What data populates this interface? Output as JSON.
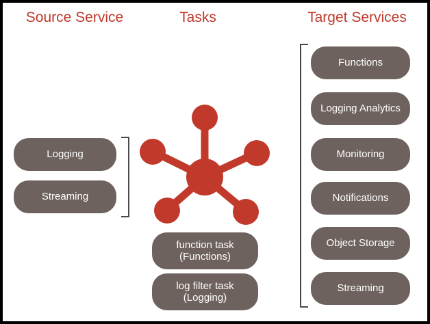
{
  "columns": {
    "source_title": "Source Service",
    "tasks_title": "Tasks",
    "target_title": "Target Services"
  },
  "source_services": [
    {
      "label": "Logging"
    },
    {
      "label": "Streaming"
    }
  ],
  "tasks": [
    {
      "label": "function task\n(Functions)"
    },
    {
      "label": "log filter task\n(Logging)"
    }
  ],
  "target_services": [
    {
      "label": "Functions"
    },
    {
      "label": "Logging Analytics"
    },
    {
      "label": "Monitoring"
    },
    {
      "label": "Notifications"
    },
    {
      "label": "Object Storage"
    },
    {
      "label": "Streaming"
    }
  ],
  "colors": {
    "title": "#c0392b",
    "pill": "#6d625e",
    "hub": "#c0392b",
    "bracket": "#4a4a4a",
    "background": "#ffffff",
    "border": "#000000"
  },
  "icons": {
    "hub": "network-hub-icon"
  }
}
